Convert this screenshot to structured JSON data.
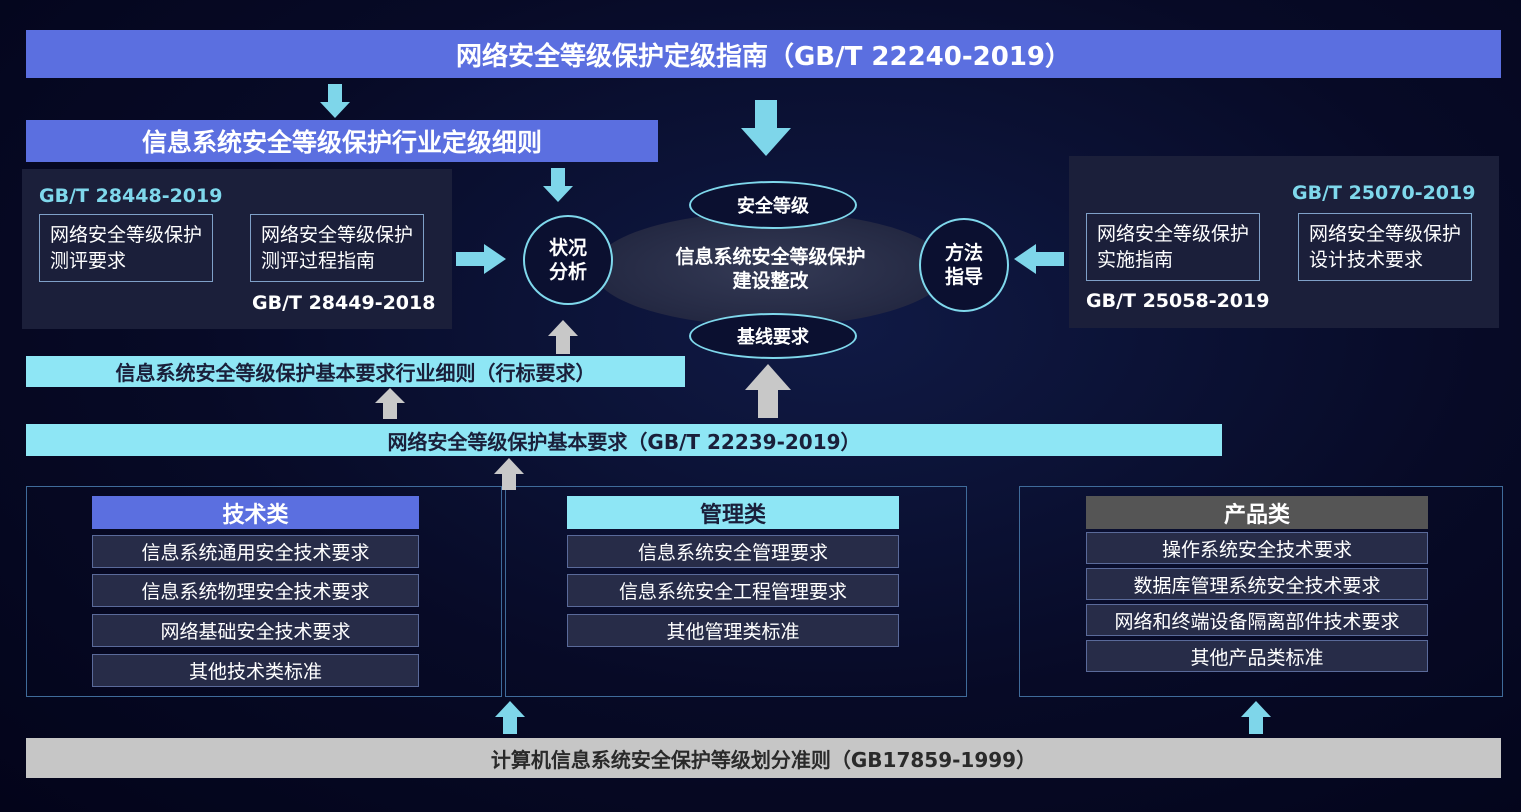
{
  "top_banner": "网络安全等级保护定级指南（GB/T 22240-2019）",
  "industry_grading": "信息系统安全等级保护行业定级细则",
  "left_panel": {
    "code_top": "GB/T 28448-2019",
    "doc1": "网络安全等级保护测评要求",
    "doc2": "网络安全等级保护测评过程指南",
    "code_bottom": "GB/T 28449-2018"
  },
  "right_panel": {
    "code_top": "GB/T 25070-2019",
    "doc1": "网络安全等级保护实施指南",
    "doc2": "网络安全等级保护设计技术要求",
    "code_bottom": "GB/T 25058-2019"
  },
  "center": {
    "status_line1": "状况",
    "status_line2": "分析",
    "method_line1": "方法",
    "method_line2": "指导",
    "security_level": "安全等级",
    "baseline": "基线要求",
    "core_line1": "信息系统安全等级保护",
    "core_line2": "建设整改"
  },
  "industry_basic": "信息系统安全等级保护基本要求行业细则（行标要求）",
  "basic_requirements": "网络安全等级保护基本要求（GB/T 22239-2019）",
  "categories": {
    "tech": {
      "title": "技术类",
      "items": [
        "信息系统通用安全技术要求",
        "信息系统物理安全技术要求",
        "网络基础安全技术要求",
        "其他技术类标准"
      ]
    },
    "mgmt": {
      "title": "管理类",
      "items": [
        "信息系统安全管理要求",
        "信息系统安全工程管理要求",
        "其他管理类标准"
      ]
    },
    "product": {
      "title": "产品类",
      "items": [
        "操作系统安全技术要求",
        "数据库管理系统安全技术要求",
        "网络和终端设备隔离部件技术要求",
        "其他产品类标准"
      ]
    }
  },
  "bottom_banner": "计算机信息系统安全保护等级划分准则（GB17859-1999）",
  "colors": {
    "background": "#070a26",
    "blue": "#5b6fe0",
    "cyan": "#8ee6f5",
    "arrow_cyan": "#7ed6ea",
    "arrow_gray": "#c8c8c8",
    "gray": "#c6c6c6"
  }
}
